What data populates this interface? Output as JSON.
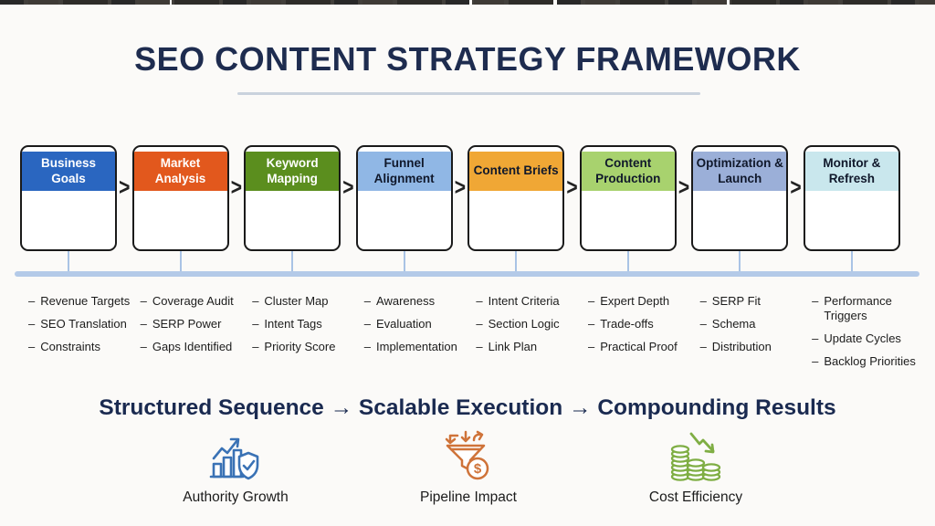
{
  "page": {
    "title": "SEO CONTENT STRATEGY FRAMEWORK",
    "background_color": "#fbfaf8",
    "title_color": "#1e2c4f"
  },
  "flow": {
    "chevron": ">",
    "connector_color": "#b4cae8"
  },
  "steps": [
    {
      "label": "Business Goals",
      "header_bg": "#2a66c0",
      "header_fg": "#ffffff",
      "bullets": [
        "Revenue Targets",
        "SEO Translation",
        "Constraints"
      ]
    },
    {
      "label": "Market Analysis",
      "header_bg": "#e2581d",
      "header_fg": "#ffffff",
      "bullets": [
        "Coverage Audit",
        "SERP Power",
        "Gaps Identified"
      ]
    },
    {
      "label": "Keyword Mapping",
      "header_bg": "#5b8e1e",
      "header_fg": "#ffffff",
      "bullets": [
        "Cluster Map",
        "Intent Tags",
        "Priority Score"
      ]
    },
    {
      "label": "Funnel Alignment",
      "header_bg": "#90b7e5",
      "header_fg": "#10182b",
      "bullets": [
        "Awareness",
        "Evaluation",
        "Implementation"
      ]
    },
    {
      "label": "Content Briefs",
      "header_bg": "#f0a735",
      "header_fg": "#10182b",
      "bullets": [
        "Intent Criteria",
        "Section Logic",
        "Link Plan"
      ]
    },
    {
      "label": "Content Production",
      "header_bg": "#a8d26e",
      "header_fg": "#10182b",
      "bullets": [
        "Expert Depth",
        "Trade-offs",
        "Practical Proof"
      ]
    },
    {
      "label": "Optimization & Launch",
      "header_bg": "#9bafd8",
      "header_fg": "#10182b",
      "bullets": [
        "SERP Fit",
        "Schema",
        "Distribution"
      ]
    },
    {
      "label": "Monitor & Refresh",
      "header_bg": "#c9e7ed",
      "header_fg": "#10182b",
      "bullets": [
        "Performance Triggers",
        "Update Cycles",
        "Backlog Priorities"
      ]
    }
  ],
  "tagline": "Structured Sequence → Scalable Execution → Compounding Results",
  "benefits": [
    {
      "label": "Authority Growth",
      "icon": "growth-shield-icon",
      "color": "#3a72b5"
    },
    {
      "label": "Pipeline Impact",
      "icon": "funnel-dollar-icon",
      "color": "#cf7339"
    },
    {
      "label": "Cost Efficiency",
      "icon": "coin-stacks-decline-icon",
      "color": "#7fae44"
    }
  ]
}
